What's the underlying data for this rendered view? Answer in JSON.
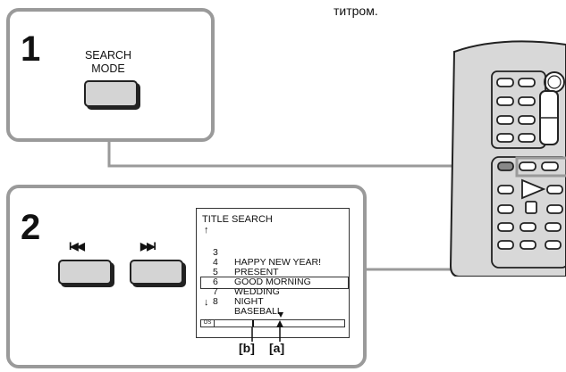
{
  "top_text": "титром.",
  "step1": {
    "number": "1",
    "button_label_line1": "SEARCH",
    "button_label_line2": "MODE"
  },
  "step2": {
    "number": "2",
    "prev_glyph": "I◀◀",
    "next_glyph": "▶▶I"
  },
  "screen": {
    "title": "TITLE SEARCH",
    "up_arrow": "↑",
    "down_arrow": "↓",
    "items": [
      {
        "num": "3",
        "label": "HAPPY NEW YEAR!"
      },
      {
        "num": "4",
        "label": "PRESENT"
      },
      {
        "num": "5",
        "label": "GOOD MORNING"
      },
      {
        "num": "6",
        "label": "WEDDING"
      },
      {
        "num": "7",
        "label": "NIGHT"
      },
      {
        "num": "8",
        "label": "BASEBALL"
      }
    ],
    "selected_item": "7",
    "tape_icon": "OS"
  },
  "callouts": {
    "b": "[b]",
    "a": "[a]"
  },
  "colors": {
    "panel_border": "#9a9a9a",
    "button_fill": "#d4d4d4",
    "remote_fill": "#d8d8d8"
  }
}
